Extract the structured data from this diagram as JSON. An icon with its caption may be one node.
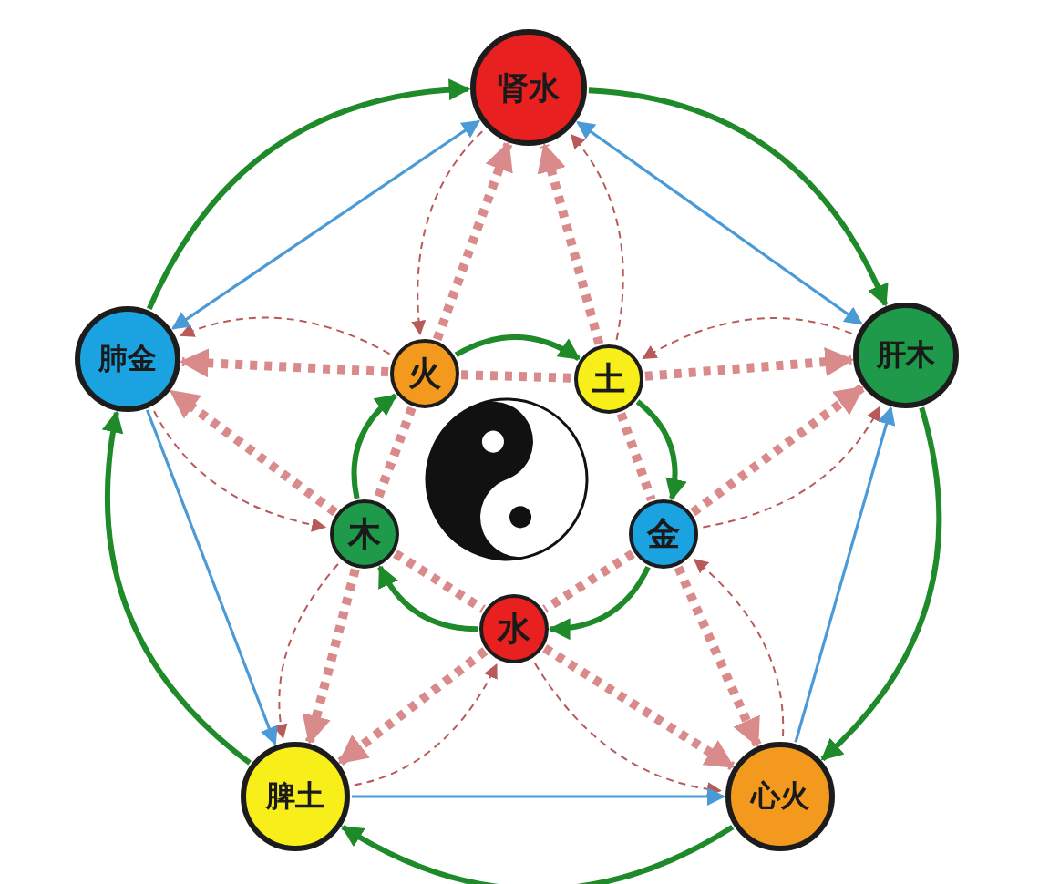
{
  "diagram": {
    "nodes": [
      {
        "text": [
          "肾水"
        ]
      },
      {
        "text": [
          "肺金"
        ]
      },
      {
        "text": [
          "火"
        ]
      },
      {
        "text": [
          "土"
        ]
      },
      {
        "text": [
          "肝木"
        ]
      },
      {
        "text": [
          "木"
        ]
      },
      {
        "text": [
          "金"
        ]
      },
      {
        "text": [
          "水"
        ]
      },
      {
        "text": [
          "脾土"
        ]
      },
      {
        "text": [
          "心火"
        ]
      }
    ],
    "edges": [
      {
        "from": 0,
        "to": 4,
        "arrow": "to",
        "color": "#1f8a2a"
      },
      {
        "from": 4,
        "to": 9,
        "arrow": "to",
        "color": "#1f8a2a"
      },
      {
        "from": 9,
        "to": 8,
        "arrow": "to",
        "color": "#1f8a2a"
      },
      {
        "from": 8,
        "to": 1,
        "arrow": "to",
        "color": "#1f8a2a"
      },
      {
        "from": 1,
        "to": 0,
        "arrow": "to",
        "color": "#1f8a2a"
      },
      {
        "from": 0,
        "to": 1,
        "arrow": "both",
        "color": "#4a9ad8"
      },
      {
        "from": 0,
        "to": 4,
        "arrow": "both",
        "color": "#4a9ad8"
      },
      {
        "from": 9,
        "to": 4,
        "arrow": "to",
        "color": "#4a9ad8"
      },
      {
        "from": 8,
        "to": 9,
        "arrow": "to",
        "color": "#4a9ad8"
      },
      {
        "from": 1,
        "to": 8,
        "arrow": "to",
        "color": "#4a9ad8"
      },
      {
        "from": 2,
        "to": 1,
        "arrow": "to",
        "style": "dashed",
        "color": "#d98a8a"
      },
      {
        "from": 2,
        "to": 3,
        "arrow": "none",
        "style": "dashed",
        "color": "#d98a8a"
      },
      {
        "from": 3,
        "to": 4,
        "arrow": "to",
        "style": "dashed",
        "color": "#d98a8a"
      },
      {
        "from": 5,
        "to": 1,
        "arrow": "to",
        "style": "dashed",
        "color": "#d98a8a"
      },
      {
        "from": 5,
        "to": 7,
        "arrow": "none",
        "style": "dashed",
        "color": "#d98a8a"
      },
      {
        "from": 7,
        "to": 9,
        "arrow": "to",
        "style": "dashed",
        "color": "#d98a8a"
      },
      {
        "from": 2,
        "to": 0,
        "arrow": "to",
        "style": "dashed",
        "color": "#d98a8a"
      },
      {
        "from": 2,
        "to": 5,
        "arrow": "none",
        "style": "dashed",
        "color": "#d98a8a"
      },
      {
        "from": 5,
        "to": 8,
        "arrow": "to",
        "style": "dashed",
        "color": "#d98a8a"
      },
      {
        "from": 3,
        "to": 0,
        "arrow": "to",
        "style": "dashed",
        "color": "#d98a8a"
      },
      {
        "from": 3,
        "to": 6,
        "arrow": "none",
        "style": "dashed",
        "color": "#d98a8a"
      },
      {
        "from": 6,
        "to": 9,
        "arrow": "to",
        "style": "dashed",
        "color": "#d98a8a"
      },
      {
        "from": 6,
        "to": 4,
        "arrow": "to",
        "style": "dashed",
        "color": "#d98a8a"
      },
      {
        "from": 6,
        "to": 7,
        "arrow": "none",
        "style": "dashed",
        "color": "#d98a8a"
      },
      {
        "from": 7,
        "to": 8,
        "arrow": "to",
        "style": "dashed",
        "color": "#d98a8a"
      },
      {
        "from": 0,
        "to": 2,
        "arrow": "to",
        "style": "dashed",
        "color": "#b85a5a"
      },
      {
        "from": 3,
        "to": 0,
        "arrow": "to",
        "style": "dashed",
        "color": "#b85a5a"
      },
      {
        "from": 2,
        "to": 1,
        "arrow": "to",
        "style": "dashed",
        "color": "#b85a5a"
      },
      {
        "from": 1,
        "to": 5,
        "arrow": "to",
        "style": "dashed",
        "color": "#b85a5a"
      },
      {
        "from": 4,
        "to": 3,
        "arrow": "to",
        "style": "dashed",
        "color": "#b85a5a"
      },
      {
        "from": 6,
        "to": 4,
        "arrow": "to",
        "style": "dashed",
        "color": "#b85a5a"
      },
      {
        "from": 9,
        "to": 6,
        "arrow": "to",
        "style": "dashed",
        "color": "#b85a5a"
      },
      {
        "from": 7,
        "to": 9,
        "arrow": "to",
        "style": "dashed",
        "color": "#b85a5a"
      },
      {
        "from": 5,
        "to": 8,
        "arrow": "to",
        "style": "dashed",
        "color": "#b85a5a"
      },
      {
        "from": 8,
        "to": 7,
        "arrow": "to",
        "style": "dashed",
        "color": "#b85a5a"
      },
      {
        "from": 2,
        "to": 3,
        "arrow": "to",
        "color": "#1f8a2a"
      },
      {
        "from": 3,
        "to": 6,
        "arrow": "to",
        "color": "#1f8a2a"
      },
      {
        "from": 6,
        "to": 7,
        "arrow": "to",
        "color": "#1f8a2a"
      },
      {
        "from": 7,
        "to": 5,
        "arrow": "to",
        "color": "#1f8a2a"
      },
      {
        "from": 5,
        "to": 2,
        "arrow": "to",
        "color": "#1f8a2a"
      }
    ]
  }
}
